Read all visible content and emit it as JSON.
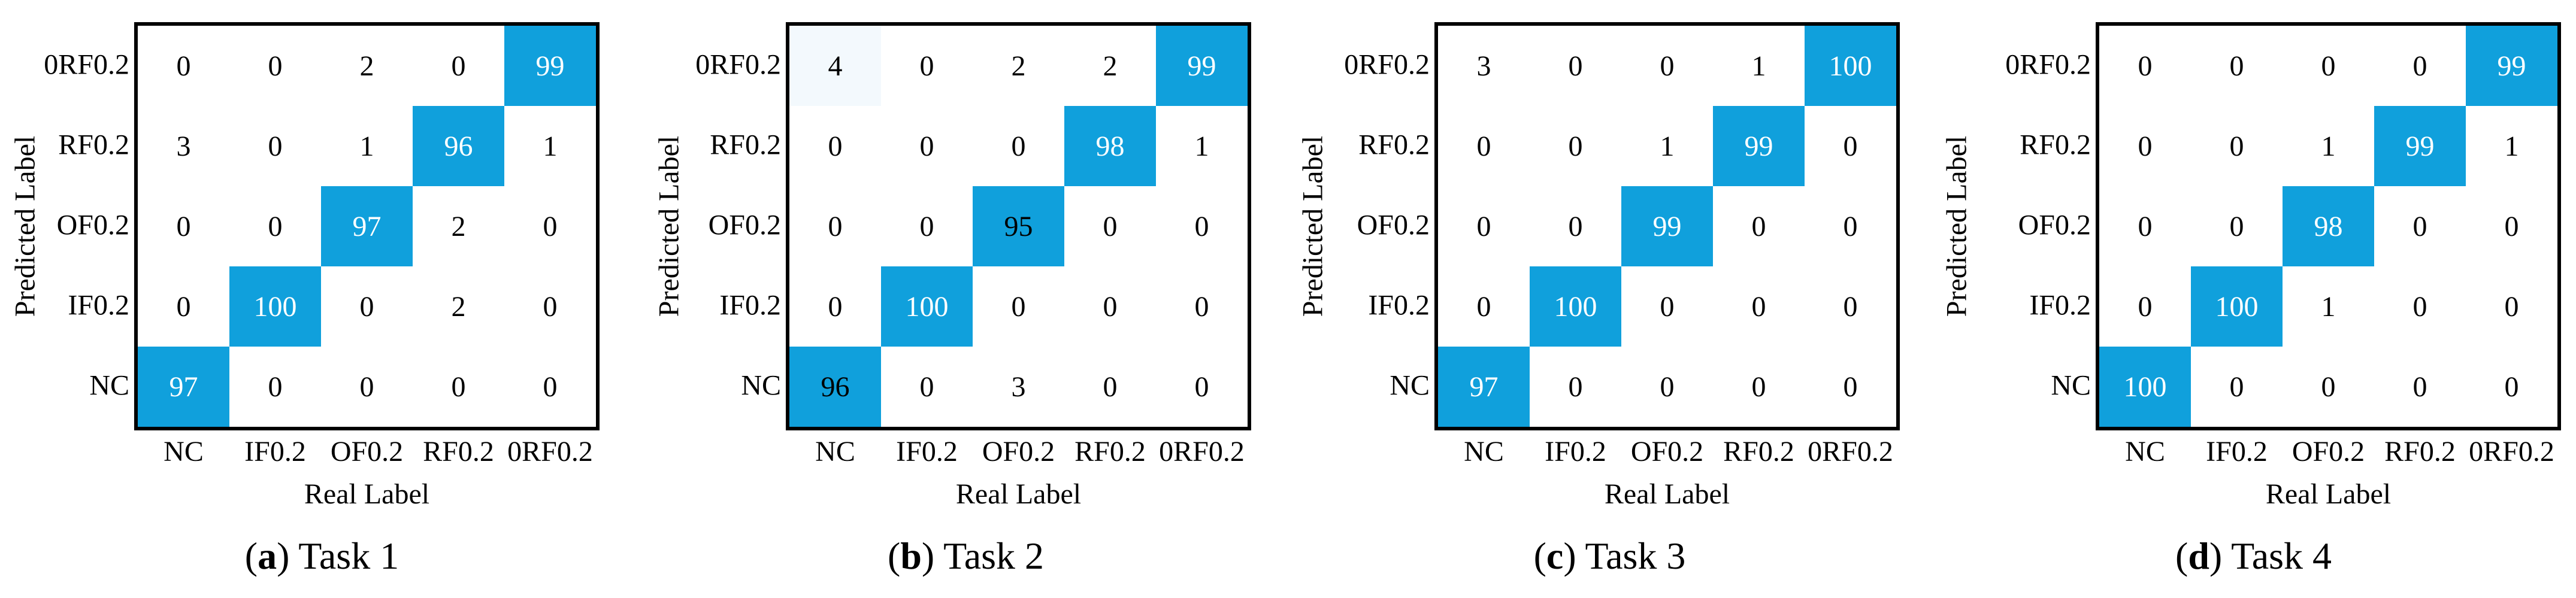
{
  "figure": {
    "xlabel": "Real Label",
    "ylabel": "Predicted Label",
    "row_labels": [
      "0RF0.2",
      "RF0.2",
      "OF0.2",
      "IF0.2",
      "NC"
    ],
    "col_labels": [
      "NC",
      "IF0.2",
      "OF0.2",
      "RF0.2",
      "0RF0.2"
    ]
  },
  "colors": {
    "diagonal_fill": "#10A0DC",
    "faint_fill": "#F3F9FD",
    "diagonal_text": "#FFFFFF",
    "default_text": "#000000",
    "border": "#000000"
  },
  "chart_data": [
    {
      "type": "heatmap",
      "caption_letter": "a",
      "caption_title": "Task 1",
      "xlabel": "Real Label",
      "ylabel": "Predicted Label",
      "y_categories": [
        "0RF0.2",
        "RF0.2",
        "OF0.2",
        "IF0.2",
        "NC"
      ],
      "x_categories": [
        "NC",
        "IF0.2",
        "OF0.2",
        "RF0.2",
        "0RF0.2"
      ],
      "rows": [
        [
          0,
          0,
          2,
          0,
          99
        ],
        [
          3,
          0,
          1,
          96,
          1
        ],
        [
          0,
          0,
          97,
          2,
          0
        ],
        [
          0,
          100,
          0,
          2,
          0
        ],
        [
          97,
          0,
          0,
          0,
          0
        ]
      ],
      "tint_cells": [],
      "dark_diag_cells": []
    },
    {
      "type": "heatmap",
      "caption_letter": "b",
      "caption_title": "Task 2",
      "xlabel": "Real Label",
      "ylabel": "Predicted Label",
      "y_categories": [
        "0RF0.2",
        "RF0.2",
        "OF0.2",
        "IF0.2",
        "NC"
      ],
      "x_categories": [
        "NC",
        "IF0.2",
        "OF0.2",
        "RF0.2",
        "0RF0.2"
      ],
      "rows": [
        [
          4,
          0,
          2,
          2,
          99
        ],
        [
          0,
          0,
          0,
          98,
          1
        ],
        [
          0,
          0,
          95,
          0,
          0
        ],
        [
          0,
          100,
          0,
          0,
          0
        ],
        [
          96,
          0,
          3,
          0,
          0
        ]
      ],
      "tint_cells": [
        [
          0,
          0
        ]
      ],
      "dark_diag_cells": [
        [
          2,
          2
        ],
        [
          4,
          0
        ]
      ]
    },
    {
      "type": "heatmap",
      "caption_letter": "c",
      "caption_title": "Task 3",
      "xlabel": "Real Label",
      "ylabel": "Predicted Label",
      "y_categories": [
        "0RF0.2",
        "RF0.2",
        "OF0.2",
        "IF0.2",
        "NC"
      ],
      "x_categories": [
        "NC",
        "IF0.2",
        "OF0.2",
        "RF0.2",
        "0RF0.2"
      ],
      "rows": [
        [
          3,
          0,
          0,
          1,
          100
        ],
        [
          0,
          0,
          1,
          99,
          0
        ],
        [
          0,
          0,
          99,
          0,
          0
        ],
        [
          0,
          100,
          0,
          0,
          0
        ],
        [
          97,
          0,
          0,
          0,
          0
        ]
      ],
      "tint_cells": [],
      "dark_diag_cells": []
    },
    {
      "type": "heatmap",
      "caption_letter": "d",
      "caption_title": "Task 4",
      "xlabel": "Real Label",
      "ylabel": "Predicted Label",
      "y_categories": [
        "0RF0.2",
        "RF0.2",
        "OF0.2",
        "IF0.2",
        "NC"
      ],
      "x_categories": [
        "NC",
        "IF0.2",
        "OF0.2",
        "RF0.2",
        "0RF0.2"
      ],
      "rows": [
        [
          0,
          0,
          0,
          0,
          99
        ],
        [
          0,
          0,
          1,
          99,
          1
        ],
        [
          0,
          0,
          98,
          0,
          0
        ],
        [
          0,
          100,
          1,
          0,
          0
        ],
        [
          100,
          0,
          0,
          0,
          0
        ]
      ],
      "tint_cells": [],
      "dark_diag_cells": []
    }
  ]
}
